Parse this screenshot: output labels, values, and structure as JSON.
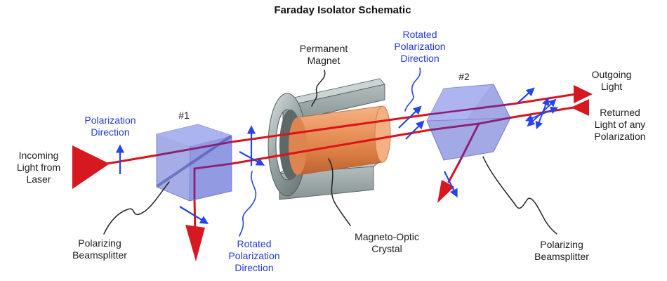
{
  "title": "Faraday Isolator Schematic",
  "labels": {
    "incoming": "Incoming\nLight from\nLaser",
    "polarization_direction": "Polarization\nDirection",
    "bs1_number": "#1",
    "bs1_label": "Polarizing\nBeamsplitter",
    "rotated_polarization_1": "Rotated\nPolarization\nDirection",
    "permanent_magnet": "Permanent\nMagnet",
    "magneto_optic_crystal": "Magneto-Optic\nCrystal",
    "rotated_polarization_2": "Rotated\nPolarization\nDirection",
    "bs2_number": "#2",
    "bs2_label": "Polarizing\nBeamsplitter",
    "outgoing": "Outgoing\nLight",
    "returned": "Returned\nLight of any\nPolarization"
  },
  "colors": {
    "background": "#ffffff",
    "beam_red": "#dd1217",
    "arrow_red": "#d61820",
    "beam_inside_cube_purple": "#8b1f78",
    "annotation_blue": "#2337dd",
    "arrow_blue": "#2543ee",
    "cube_blue": "#6a74d4",
    "cube_top_blue": "#adb4f1",
    "magnet_gray": "#9aa5a5",
    "crystal_orange": "#e08a52",
    "text_black": "#1c1c1c"
  }
}
